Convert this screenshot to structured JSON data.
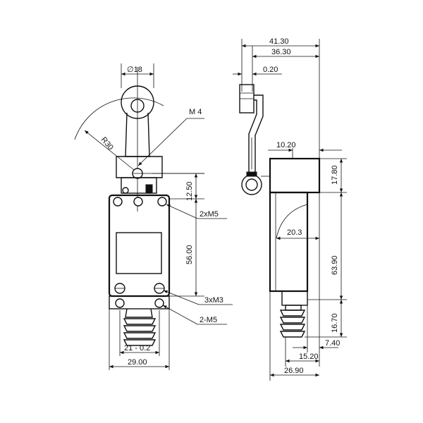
{
  "front_view": {
    "roller_diameter": "∅18",
    "thread_top": "M 4",
    "radius": "R30",
    "dim_12_50": "12.50",
    "dim_56_00": "56.00",
    "label_2xM5": "2xM5",
    "label_3xM3": "3xM3",
    "label_2_M5": "2-M5",
    "dim_21": "21 - 0.2",
    "dim_29": "29.00"
  },
  "side_view": {
    "dim_41_30": "41.30",
    "dim_36_30": "36.30",
    "dim_0_20": "0.20",
    "dim_10_20": "10.20",
    "dim_17_80": "17.80",
    "dim_20_3": "20.3",
    "dim_63_90": "63.90",
    "dim_16_70": "16.70",
    "dim_7_40": "7.40",
    "dim_15_20": "15.20",
    "dim_26_90": "26.90"
  }
}
